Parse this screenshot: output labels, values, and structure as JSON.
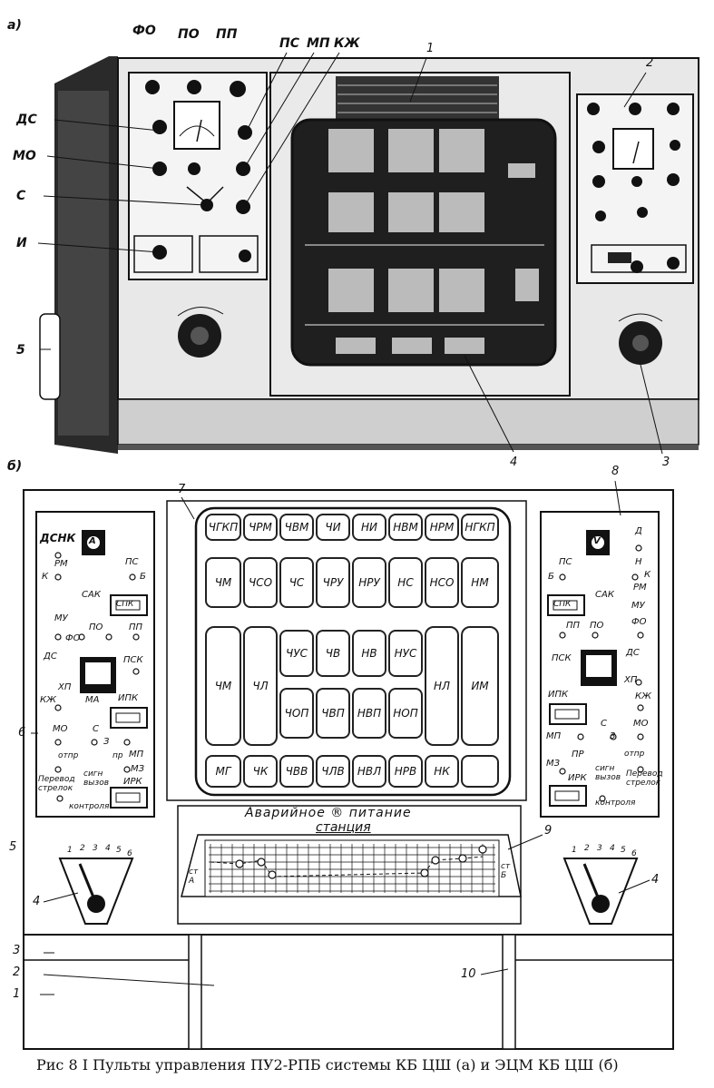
{
  "caption": "Рис 8 I Пульты управления ПУ2-РПБ системы КБ ЦШ (а) и ЭЦМ КБ ЦШ (б)",
  "part_a": {
    "letter": "а)",
    "top_labels": [
      "ФО",
      "ПО",
      "ПП",
      "ПС",
      "МП",
      "КЖ"
    ],
    "left_labels": [
      "ДС",
      "МО",
      "С",
      "И",
      "5"
    ],
    "numbers": {
      "n1": "1",
      "n2": "2",
      "n3": "3",
      "n4": "4"
    }
  },
  "part_b": {
    "letter": "б)",
    "numbers": {
      "n7": "7",
      "n8": "8",
      "n6": "6",
      "n5": "5",
      "n4l": "4",
      "n4r": "4",
      "n9": "9",
      "n10": "10",
      "n3": "3",
      "n2": "2",
      "n1": "1"
    },
    "grid": {
      "row1": [
        "ЧГКП",
        "ЧРМ",
        "ЧВМ",
        "ЧИ",
        "НИ",
        "НВМ",
        "НРМ",
        "НГКП"
      ],
      "row2": [
        "ЧМ",
        "ЧСО",
        "ЧС",
        "ЧРУ",
        "НРУ",
        "НС",
        "НСО",
        "НМ"
      ],
      "tall": [
        "ЧМ",
        "ЧЛ",
        "НЛ",
        "ИМ"
      ],
      "mid1": [
        "ЧУС",
        "ЧВ",
        "НВ",
        "НУС"
      ],
      "mid2": [
        "ЧОП",
        "ЧВП",
        "НВП",
        "НОП"
      ],
      "bottom": [
        "МГ",
        "ЧК",
        "ЧВВ",
        "ЧЛВ",
        "НВЛ",
        "НРВ",
        "НК",
        ""
      ]
    },
    "emergency": "Аварийное ® питание",
    "station": "станция",
    "st_left": "ст А",
    "st_right": "ст Б",
    "left_panel": {
      "dsnk": "ДСНК",
      "ammeter": "A",
      "rm": "РМ",
      "k": "К",
      "ps": "ПС",
      "b": "Б",
      "sak": "САК",
      "spk": "СПК",
      "mu": "МУ",
      "po": "ПО",
      "pp": "ПП",
      "fo": "ФО",
      "ds": "ДС",
      "psk": "ПСК",
      "hp": "ХП",
      "kzh": "КЖ",
      "ma": "МА",
      "ipk": "ИПК",
      "mo": "МО",
      "s": "С",
      "z": "З",
      "otpr": "отпр",
      "pr": "пр",
      "mp": "МП",
      "mz": "МЗ",
      "perevod": "Перевод стрелок",
      "sign": "сигн вызов",
      "kontr": "контроля",
      "irk": "ИРК"
    },
    "right_panel": {
      "voltmeter": "V",
      "d": "Д",
      "n": "Н",
      "ps": "ПС",
      "b": "Б",
      "k": "К",
      "rm": "РМ",
      "spk": "СПК",
      "sak": "САК",
      "mu": "МУ",
      "fo": "ФО",
      "po": "ПО",
      "pp": "ПП",
      "psk": "ПСК",
      "ds": "ДС",
      "hp": "ХП",
      "kzh": "КЖ",
      "ipk": "ИПК",
      "mo": "МО",
      "s": "С",
      "z": "З",
      "mp": "МП",
      "pr": "ПР",
      "otpr": "отпр",
      "mz": "МЗ",
      "irk": "ИРК",
      "sign": "сигн вызов",
      "perevod": "Перевод стрелок",
      "kontr": "контроля"
    },
    "dial_ticks": [
      "1",
      "2",
      "3",
      "4",
      "5",
      "6"
    ]
  }
}
